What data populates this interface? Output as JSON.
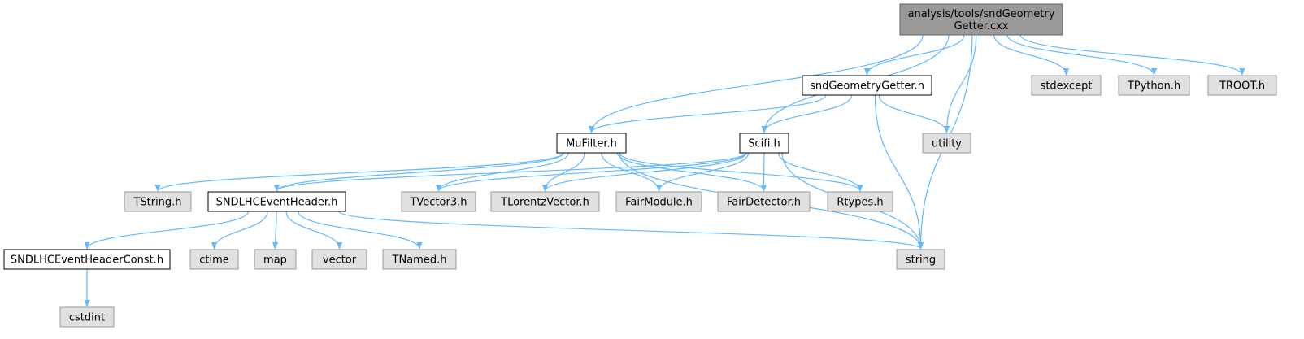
{
  "colors": {
    "edge": "#63b8ff",
    "node_root_fill": "#999999",
    "node_root_border": "#666666",
    "node_doc_fill": "#ffffff",
    "node_doc_border": "#000000",
    "node_ext_fill": "#e0e0e0",
    "node_ext_border": "#999999"
  },
  "nodes": [
    {
      "id": "root",
      "kind": "root",
      "lines": [
        "analysis/tools/sndGeometry",
        "Getter.cxx"
      ]
    },
    {
      "id": "sndGeometryGetter_h",
      "kind": "doc",
      "lines": [
        "sndGeometryGetter.h"
      ]
    },
    {
      "id": "stdexcept",
      "kind": "ext",
      "lines": [
        "stdexcept"
      ]
    },
    {
      "id": "TPython_h",
      "kind": "ext",
      "lines": [
        "TPython.h"
      ]
    },
    {
      "id": "TROOT_h",
      "kind": "ext",
      "lines": [
        "TROOT.h"
      ]
    },
    {
      "id": "utility",
      "kind": "ext",
      "lines": [
        "utility"
      ]
    },
    {
      "id": "MuFilter_h",
      "kind": "doc",
      "lines": [
        "MuFilter.h"
      ]
    },
    {
      "id": "Scifi_h",
      "kind": "doc",
      "lines": [
        "Scifi.h"
      ]
    },
    {
      "id": "TString_h",
      "kind": "ext",
      "lines": [
        "TString.h"
      ]
    },
    {
      "id": "SNDLHCEventHeader_h",
      "kind": "doc",
      "lines": [
        "SNDLHCEventHeader.h"
      ]
    },
    {
      "id": "TVector3_h",
      "kind": "ext",
      "lines": [
        "TVector3.h"
      ]
    },
    {
      "id": "TLorentzVector_h",
      "kind": "ext",
      "lines": [
        "TLorentzVector.h"
      ]
    },
    {
      "id": "FairModule_h",
      "kind": "ext",
      "lines": [
        "FairModule.h"
      ]
    },
    {
      "id": "FairDetector_h",
      "kind": "ext",
      "lines": [
        "FairDetector.h"
      ]
    },
    {
      "id": "Rtypes_h",
      "kind": "ext",
      "lines": [
        "Rtypes.h"
      ]
    },
    {
      "id": "SNDLHCEventHeaderConst_h",
      "kind": "doc",
      "lines": [
        "SNDLHCEventHeaderConst.h"
      ]
    },
    {
      "id": "ctime",
      "kind": "ext",
      "lines": [
        "ctime"
      ]
    },
    {
      "id": "map",
      "kind": "ext",
      "lines": [
        "map"
      ]
    },
    {
      "id": "vector",
      "kind": "ext",
      "lines": [
        "vector"
      ]
    },
    {
      "id": "TNamed_h",
      "kind": "ext",
      "lines": [
        "TNamed.h"
      ]
    },
    {
      "id": "string",
      "kind": "ext",
      "lines": [
        "string"
      ]
    },
    {
      "id": "cstdint",
      "kind": "ext",
      "lines": [
        "cstdint"
      ]
    }
  ],
  "edges": [
    [
      "root",
      "sndGeometryGetter_h"
    ],
    [
      "root",
      "MuFilter_h"
    ],
    [
      "root",
      "Scifi_h"
    ],
    [
      "root",
      "utility"
    ],
    [
      "root",
      "string"
    ],
    [
      "root",
      "stdexcept"
    ],
    [
      "root",
      "TPython_h"
    ],
    [
      "root",
      "TROOT_h"
    ],
    [
      "sndGeometryGetter_h",
      "MuFilter_h"
    ],
    [
      "sndGeometryGetter_h",
      "Scifi_h"
    ],
    [
      "sndGeometryGetter_h",
      "utility"
    ],
    [
      "sndGeometryGetter_h",
      "string"
    ],
    [
      "MuFilter_h",
      "TString_h"
    ],
    [
      "MuFilter_h",
      "SNDLHCEventHeader_h"
    ],
    [
      "MuFilter_h",
      "string"
    ],
    [
      "MuFilter_h",
      "TVector3_h"
    ],
    [
      "MuFilter_h",
      "TLorentzVector_h"
    ],
    [
      "MuFilter_h",
      "FairModule_h"
    ],
    [
      "MuFilter_h",
      "FairDetector_h"
    ],
    [
      "MuFilter_h",
      "Rtypes_h"
    ],
    [
      "Scifi_h",
      "SNDLHCEventHeader_h"
    ],
    [
      "Scifi_h",
      "TVector3_h"
    ],
    [
      "Scifi_h",
      "TLorentzVector_h"
    ],
    [
      "Scifi_h",
      "FairModule_h"
    ],
    [
      "Scifi_h",
      "FairDetector_h"
    ],
    [
      "Scifi_h",
      "Rtypes_h"
    ],
    [
      "Scifi_h",
      "string"
    ],
    [
      "SNDLHCEventHeader_h",
      "SNDLHCEventHeaderConst_h"
    ],
    [
      "SNDLHCEventHeader_h",
      "ctime"
    ],
    [
      "SNDLHCEventHeader_h",
      "map"
    ],
    [
      "SNDLHCEventHeader_h",
      "vector"
    ],
    [
      "SNDLHCEventHeader_h",
      "TNamed_h"
    ],
    [
      "SNDLHCEventHeader_h",
      "string"
    ],
    [
      "SNDLHCEventHeaderConst_h",
      "cstdint"
    ]
  ]
}
